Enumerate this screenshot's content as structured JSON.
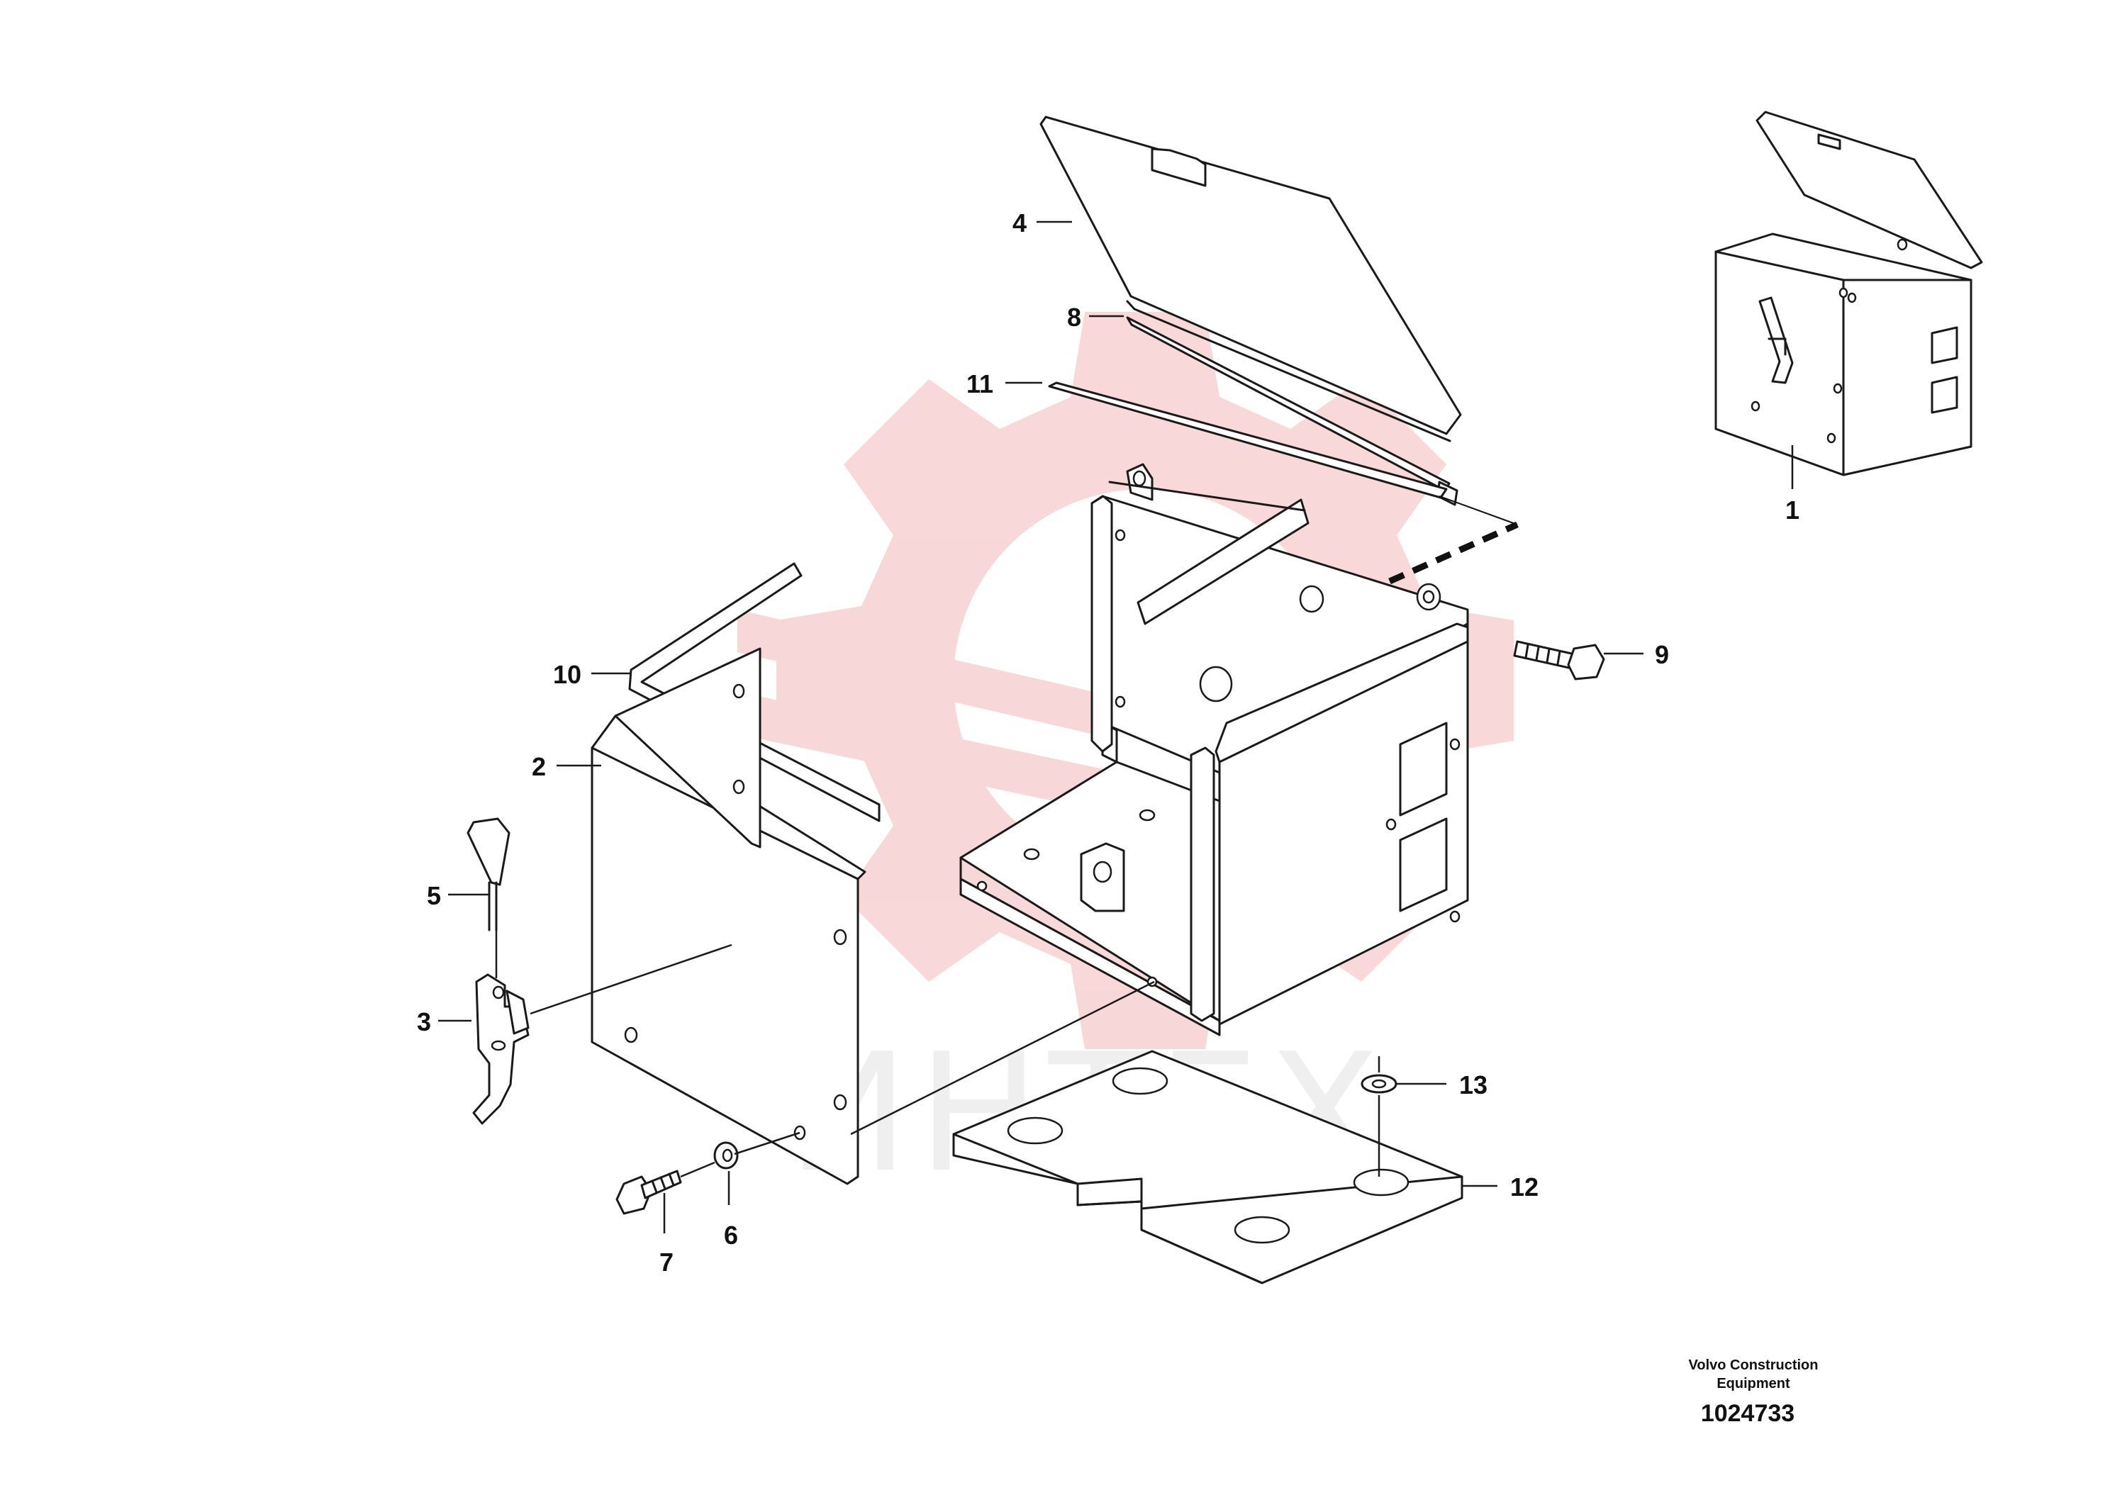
{
  "diagram": {
    "callouts": [
      {
        "id": "1",
        "text": "1"
      },
      {
        "id": "2",
        "text": "2"
      },
      {
        "id": "3",
        "text": "3"
      },
      {
        "id": "4",
        "text": "4"
      },
      {
        "id": "5",
        "text": "5"
      },
      {
        "id": "6",
        "text": "6"
      },
      {
        "id": "7",
        "text": "7"
      },
      {
        "id": "8",
        "text": "8"
      },
      {
        "id": "9",
        "text": "9"
      },
      {
        "id": "10",
        "text": "10"
      },
      {
        "id": "11",
        "text": "11"
      },
      {
        "id": "12",
        "text": "12"
      },
      {
        "id": "13",
        "text": "13"
      }
    ],
    "caption": {
      "brand_line1": "Volvo Construction",
      "brand_line2": "Equipment",
      "drawing_number": "1024733"
    },
    "watermark": {
      "text": "ИНТЕХ",
      "color": "#f2b8b8"
    }
  }
}
